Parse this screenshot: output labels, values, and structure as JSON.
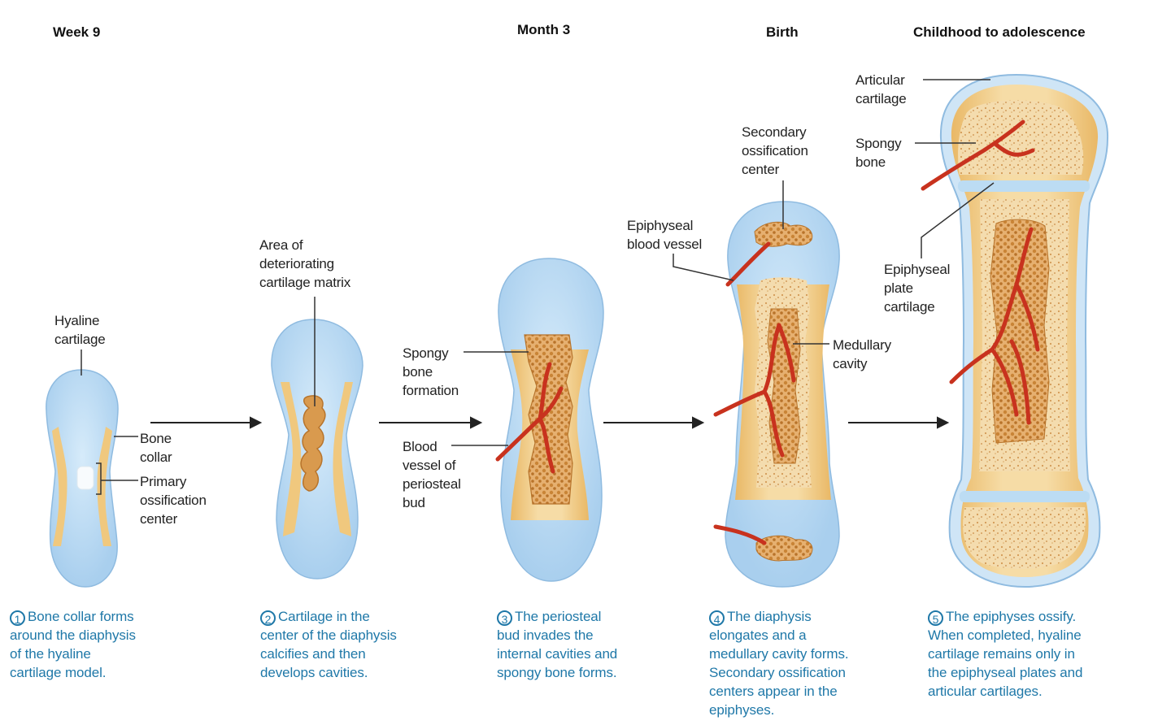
{
  "stages": [
    {
      "header": "Week 9",
      "number": "1",
      "caption": "Bone collar forms\naround the diaphysis\nof the hyaline\ncartilage model."
    },
    {
      "header": "",
      "number": "2",
      "caption": "Cartilage in the\ncenter of the diaphysis\ncalcifies and then\ndevelops cavities."
    },
    {
      "header": "Month 3",
      "number": "3",
      "caption": "The periosteal\nbud invades the\ninternal cavities and\nspongy bone forms."
    },
    {
      "header": "Birth",
      "number": "4",
      "caption": "The diaphysis\nelongates and a\nmedullary cavity forms.\nSecondary ossification\ncenters appear in the\nepiphyses."
    },
    {
      "header": "Childhood to adolescence",
      "number": "5",
      "caption": "The epiphyses ossify.\nWhen completed, hyaline\ncartilage remains only in\nthe epiphyseal plates and\narticular cartilages."
    }
  ],
  "labels": {
    "hyaline_cartilage": "Hyaline\ncartilage",
    "bone_collar": "Bone\ncollar",
    "primary_ossification_center": "Primary\nossification\ncenter",
    "area_deteriorating": "Area of\ndeteriorating\ncartilage matrix",
    "spongy_bone_formation": "Spongy\nbone\nformation",
    "blood_vessel_periosteal_bud": "Blood\nvessel of\nperiosteal\nbud",
    "secondary_ossification_center": "Secondary\nossification\ncenter",
    "epiphyseal_blood_vessel": "Epiphyseal\nblood vessel",
    "medullary_cavity": "Medullary\ncavity",
    "articular_cartilage": "Articular\ncartilage",
    "spongy_bone": "Spongy\nbone",
    "epiphyseal_plate_cartilage": "Epiphyseal\nplate\ncartilage"
  },
  "colors": {
    "cartilage": "#bcdcf3",
    "cartilage_edge": "#9fc6e6",
    "bone_collar": "#f2cf8c",
    "spongy_bone": "#d99a4e",
    "blood_vessel": "#c8321e",
    "caption_text": "#1f78a8"
  }
}
